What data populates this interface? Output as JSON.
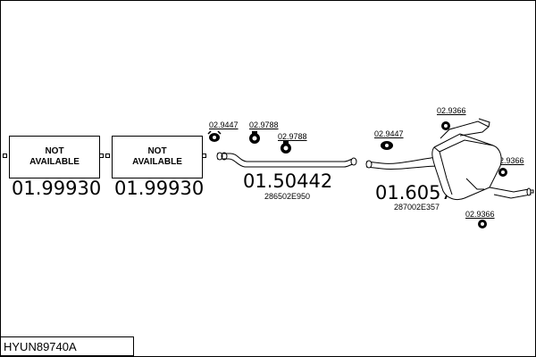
{
  "sections": [
    {
      "box_line1": "NOT",
      "box_line2": "AVAILABLE",
      "number": "01.99930"
    },
    {
      "box_line1": "NOT",
      "box_line2": "AVAILABLE",
      "number": "01.99930"
    },
    {
      "number": "01.50442",
      "oem": "286502E950"
    },
    {
      "number": "01.60574",
      "oem": "287002E357"
    }
  ],
  "parts": {
    "gasket_a": "02.9447",
    "clamp_a": "02.9788",
    "clamp_b": "02.9788",
    "gasket_b": "02.9447",
    "hanger_top": "02.9366",
    "hanger_right": "02.9366",
    "hanger_bottom": "02.9366"
  },
  "reference": "HYUN89740A"
}
